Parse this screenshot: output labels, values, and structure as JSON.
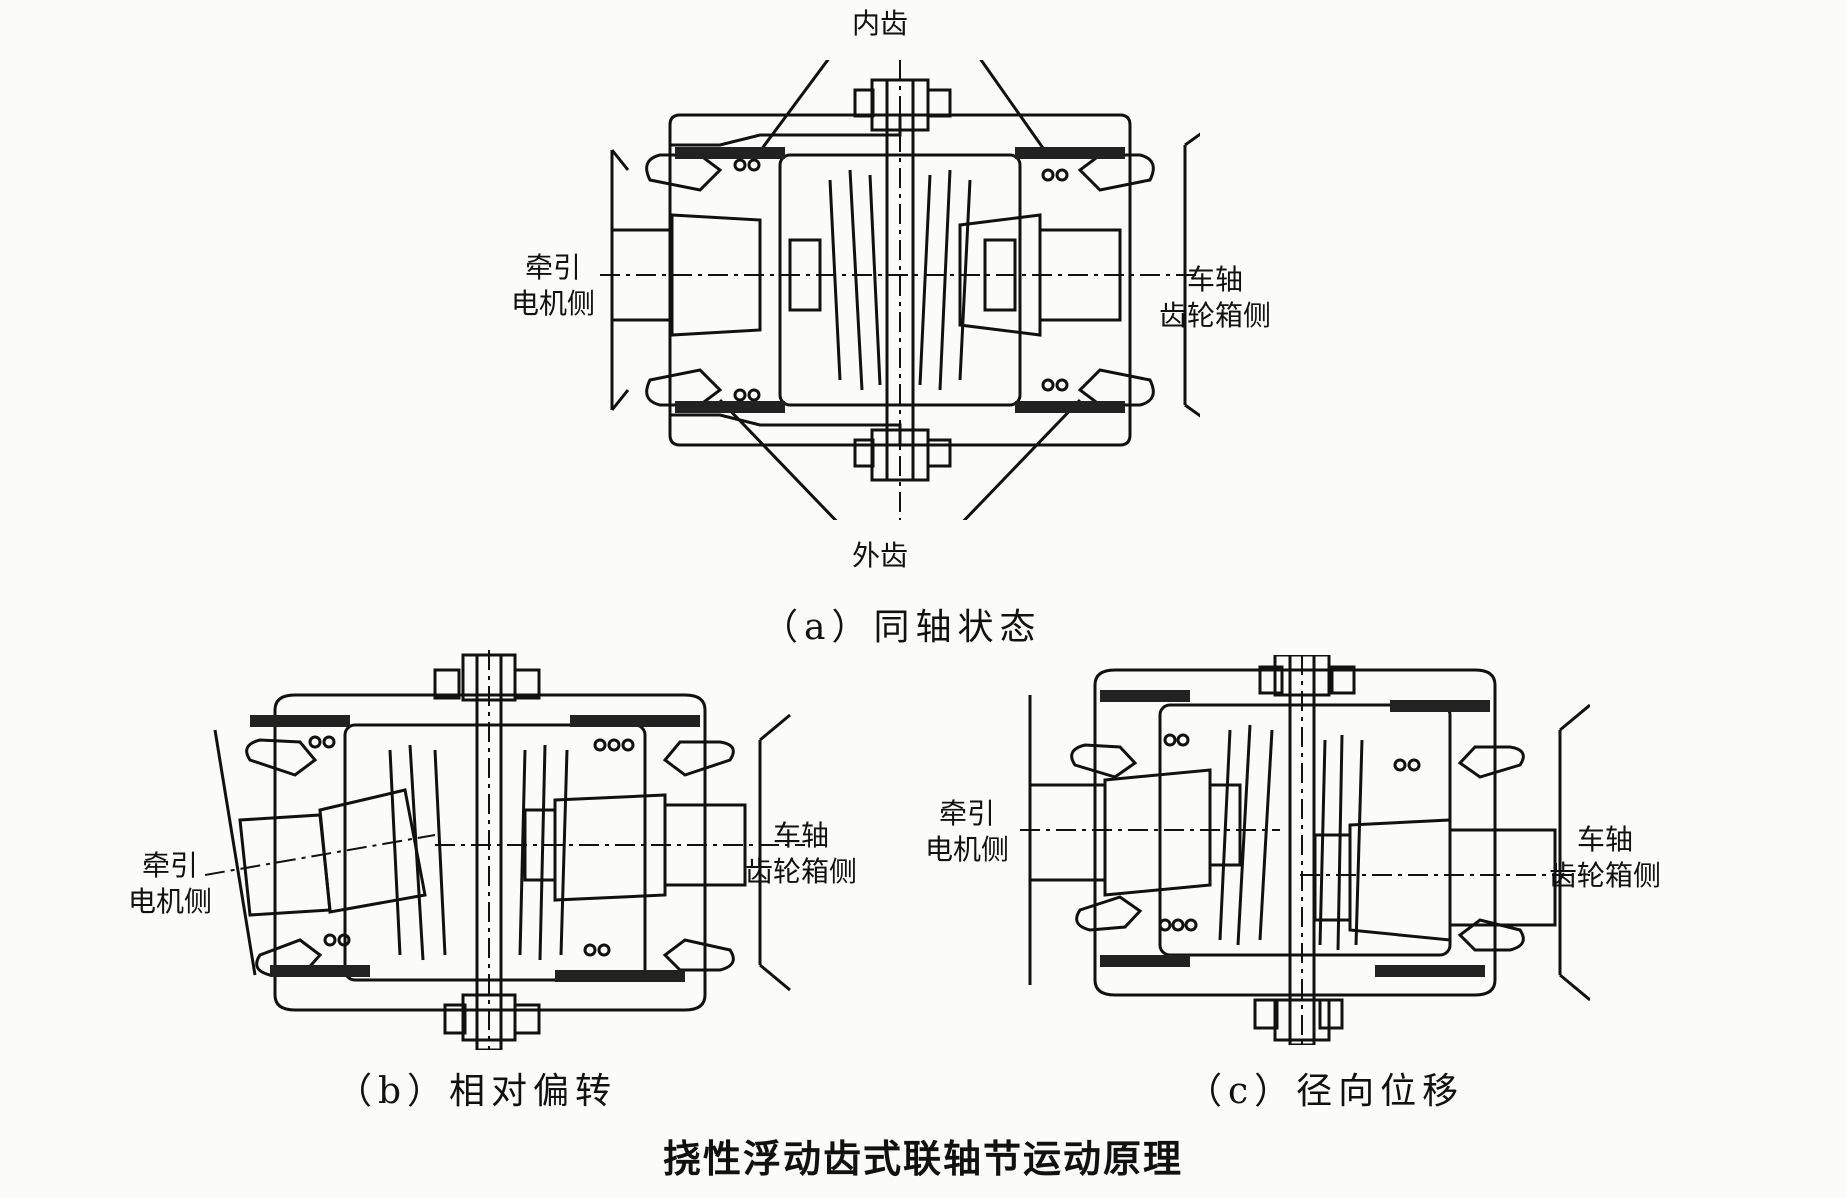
{
  "figure_a": {
    "label_inner_teeth": "内齿",
    "label_outer_teeth": "外齿",
    "label_motor_side": [
      "牵引",
      "电机侧"
    ],
    "label_axle_side": [
      "车轴",
      "齿轮箱侧"
    ],
    "caption": "（a）同轴状态"
  },
  "figure_b": {
    "label_motor_side": [
      "牵引",
      "电机侧"
    ],
    "label_axle_side": [
      "车轴",
      "齿轮箱侧"
    ],
    "caption": "（b）相对偏转"
  },
  "figure_c": {
    "label_motor_side": [
      "牵引",
      "电机侧"
    ],
    "label_axle_side": [
      "车轴",
      "齿轮箱侧"
    ],
    "caption": "（c）径向位移"
  },
  "title": "挠性浮动齿式联轴节运动原理"
}
